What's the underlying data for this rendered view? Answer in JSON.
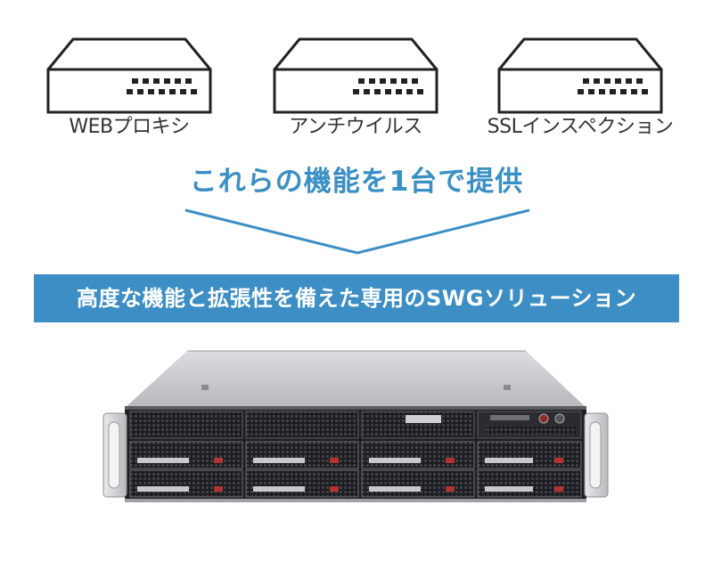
{
  "devices": [
    {
      "label": "WEBプロキシ"
    },
    {
      "label": "アンチウイルス"
    },
    {
      "label": "SSLインスペクション"
    }
  ],
  "headline": "これらの機能を1台で提供",
  "banner": "高度な機能と拡張性を備えた専用のSWGソリューション",
  "server": {
    "tag_label": ""
  },
  "colors": {
    "accent": "#3a8fc4",
    "banner_bg": "#3c8ec4",
    "device_stroke": "#222222",
    "label_text": "#333333"
  }
}
